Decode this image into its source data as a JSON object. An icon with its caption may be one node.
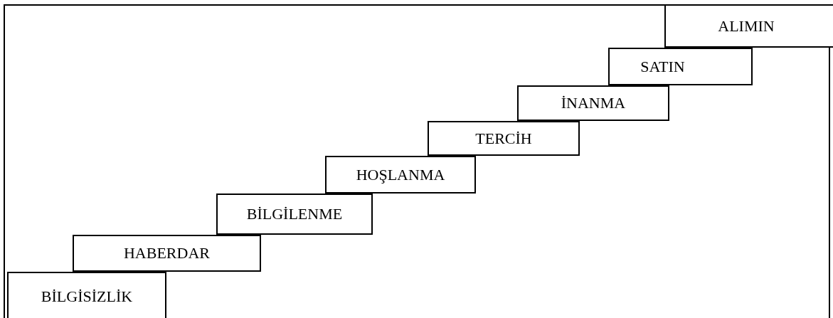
{
  "diagram": {
    "nodes": [
      {
        "text": [
          "BİLGİSİZLİK"
        ]
      },
      {
        "text": [
          "HABERDAR"
        ]
      },
      {
        "text": [
          "BİLGİLENME"
        ]
      },
      {
        "text": [
          "HOŞLANMA"
        ]
      },
      {
        "text": [
          "TERCİH"
        ]
      },
      {
        "text": [
          "İNANMA"
        ]
      },
      {
        "text": [
          "SATIN"
        ]
      },
      {
        "text": [
          "ALIMIN"
        ]
      }
    ]
  }
}
